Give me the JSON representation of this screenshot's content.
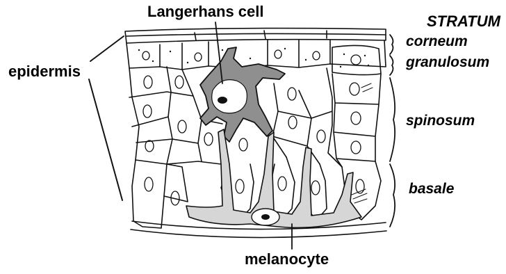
{
  "title": "Langerhans cell",
  "labels": {
    "langerhans": "Langerhans cell",
    "epidermis": "epidermis",
    "melanocyte": "melanocyte",
    "stratum": "STRATUM"
  },
  "strata": [
    {
      "key": "corneum",
      "label": "corneum"
    },
    {
      "key": "granulosum",
      "label": "granulosum"
    },
    {
      "key": "spinosum",
      "label": "spinosum"
    },
    {
      "key": "basale",
      "label": "basale"
    }
  ],
  "colors": {
    "ink": "#111111",
    "langerhans_fill": "#8f8f8f",
    "melanocyte_fill": "#d6d6d6",
    "background": "#ffffff"
  }
}
